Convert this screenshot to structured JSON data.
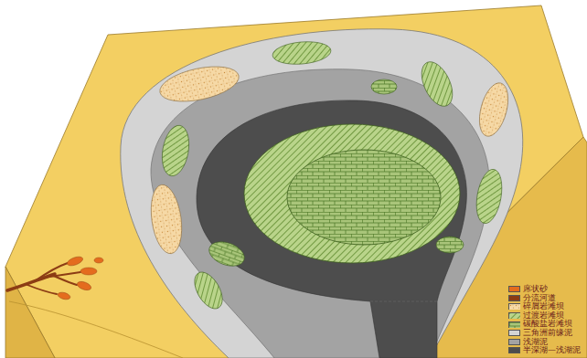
{
  "diagram": {
    "legend": [
      {
        "text": "席状砂",
        "color": "#e46c1e"
      },
      {
        "text": "分流河道",
        "color": "#8c3c14"
      },
      {
        "text": "碎屑岩滩坝"
      },
      {
        "text": "过渡岩滩坝"
      },
      {
        "text": "碳酸盐岩滩坝"
      },
      {
        "text": "三角洲前缘泥",
        "color": "#d4d4d4"
      },
      {
        "text": "浅湖泥",
        "color": "#a3a3a3"
      },
      {
        "text": "半深湖—浅湖泥",
        "color": "#4d4d4d"
      }
    ]
  }
}
